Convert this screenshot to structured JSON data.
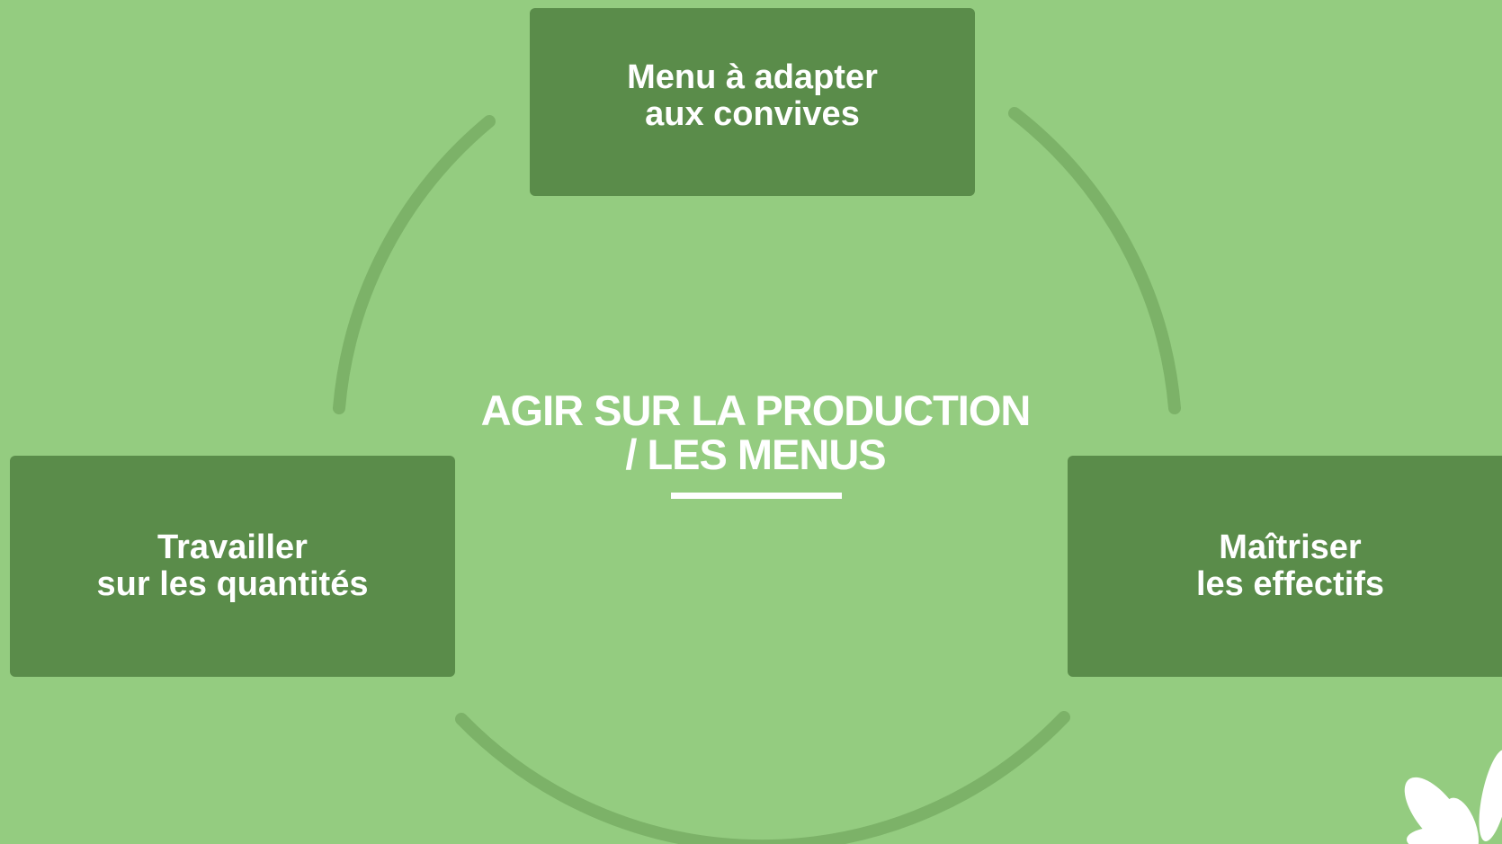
{
  "diagram": {
    "center_title": {
      "line1": "AGIR SUR LA PRODUCTION",
      "line2": "/ LES MENUS"
    },
    "nodes": {
      "top": {
        "line1": "Menu à adapter",
        "line2": "aux convives"
      },
      "left": {
        "line1": "Travailler",
        "line2": "sur les quantités"
      },
      "right": {
        "line1": "Maîtriser",
        "line2": "les effectifs"
      }
    }
  },
  "colors": {
    "background": "#94cc80",
    "box": "#5a8c4a",
    "arc": "#7cb268",
    "text": "#ffffff"
  }
}
